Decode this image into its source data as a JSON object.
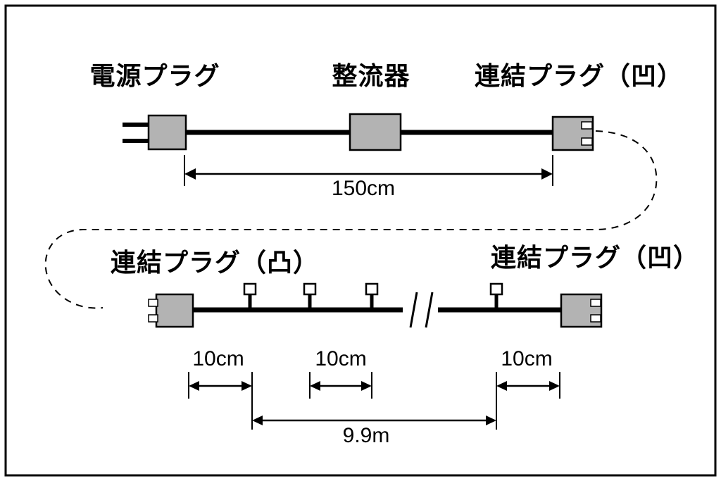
{
  "diagram": {
    "top_row": {
      "power_plug_label": "電源プラグ",
      "rectifier_label": "整流器",
      "female_plug_label": "連結プラグ（凹）",
      "span_dimension": "150cm"
    },
    "bottom_row": {
      "male_plug_label": "連結プラグ（凸）",
      "female_plug_label": "連結プラグ（凹）",
      "dim_plug_to_first_bulb": "10cm",
      "dim_bulb_to_bulb": "10cm",
      "dim_last_bulb_to_plug": "10cm",
      "dim_total_length": "9.9m"
    },
    "colors": {
      "connector_fill": "#b3b3b3",
      "line": "#000000",
      "background": "#ffffff"
    }
  }
}
